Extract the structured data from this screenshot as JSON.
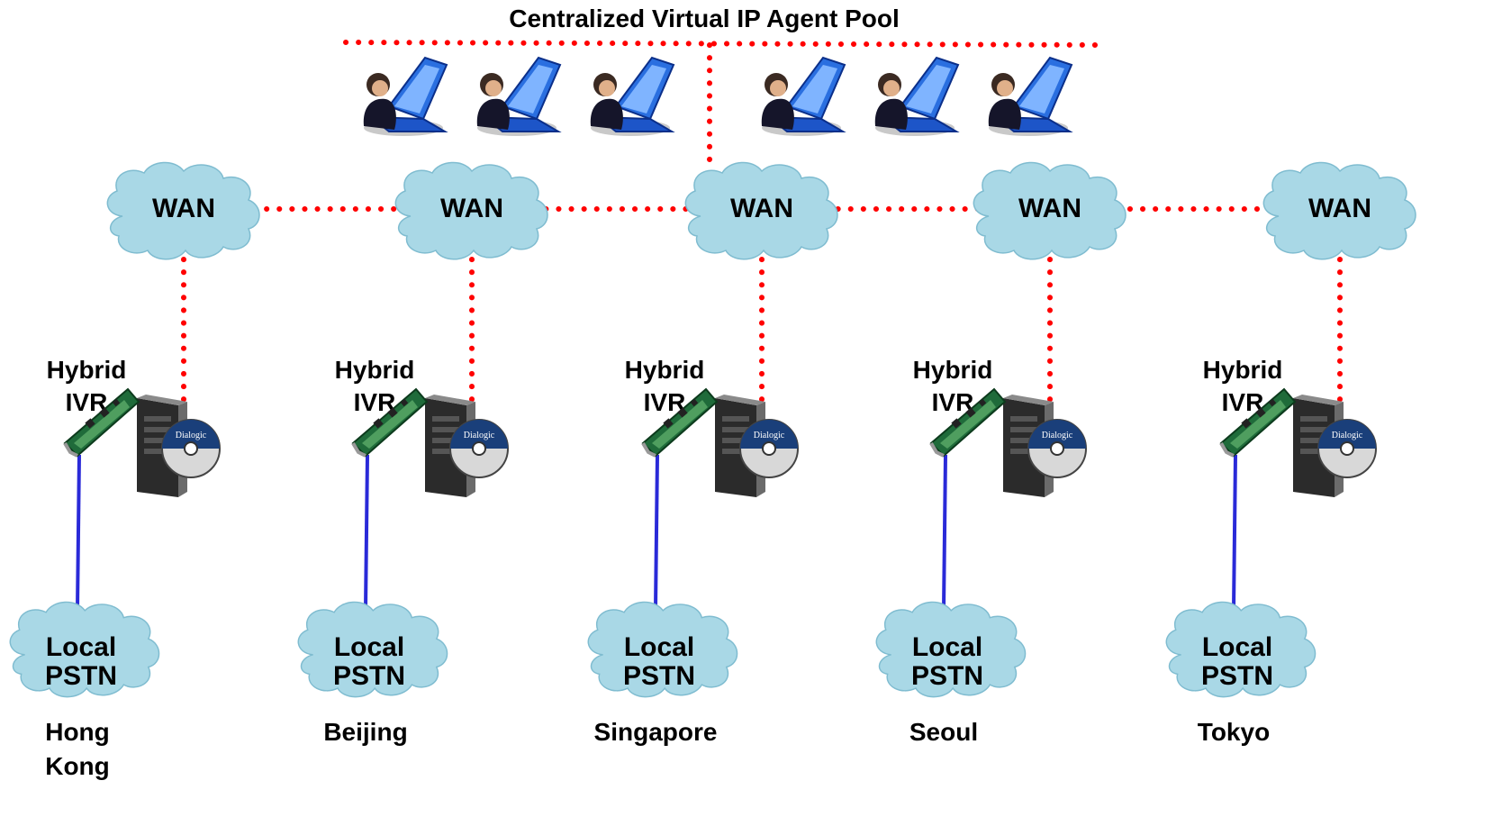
{
  "title": "Centralized Virtual IP Agent Pool",
  "wan_label": "WAN",
  "ivr_line1": "Hybrid",
  "ivr_line2": "IVR",
  "pstn_line1": "Local",
  "pstn_line2": "PSTN",
  "disc_label": "Dialogic",
  "agent_count": 6,
  "sites": [
    {
      "city_line1": "Hong",
      "city_line2": "Kong"
    },
    {
      "city_line1": "Beijing",
      "city_line2": ""
    },
    {
      "city_line1": "Singapore",
      "city_line2": ""
    },
    {
      "city_line1": "Seoul",
      "city_line2": ""
    },
    {
      "city_line1": "Tokyo",
      "city_line2": ""
    }
  ],
  "colors": {
    "link_dotted": "#ff0000",
    "trunk_line": "#2a2ad8",
    "cloud_fill": "#a9d8e6",
    "laptop_blue": "#2a6fe0",
    "server_dark": "#2b2b2b"
  },
  "icons": {
    "agent": "agent-laptop-icon",
    "cloud": "cloud-icon",
    "server": "ivr-server-icon",
    "card": "telephony-card-icon",
    "disc": "dialogic-cd-icon"
  }
}
